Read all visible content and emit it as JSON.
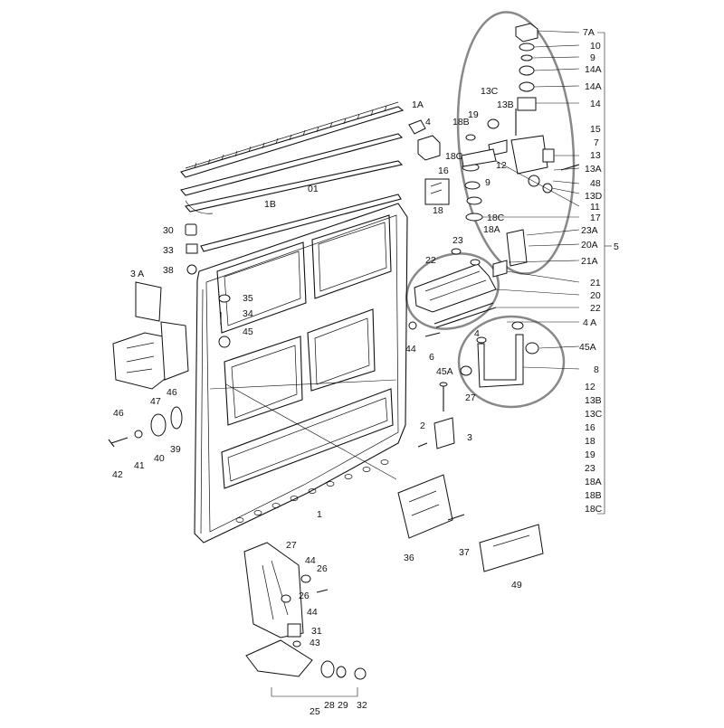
{
  "labels": [
    {
      "id": "7A",
      "text": "7A"
    },
    {
      "id": "10",
      "text": "10"
    },
    {
      "id": "9",
      "text": "9"
    },
    {
      "id": "14A_a",
      "text": "14A"
    },
    {
      "id": "14A_b",
      "text": "14A"
    },
    {
      "id": "14",
      "text": "14"
    },
    {
      "id": "13C",
      "text": "13C"
    },
    {
      "id": "13B",
      "text": "13B"
    },
    {
      "id": "19",
      "text": "19"
    },
    {
      "id": "15",
      "text": "15"
    },
    {
      "id": "18B",
      "text": "18B"
    },
    {
      "id": "7",
      "text": "7"
    },
    {
      "id": "18C_a",
      "text": "18C"
    },
    {
      "id": "12",
      "text": "12"
    },
    {
      "id": "13",
      "text": "13"
    },
    {
      "id": "13A",
      "text": "13A"
    },
    {
      "id": "16",
      "text": "16"
    },
    {
      "id": "48",
      "text": "48"
    },
    {
      "id": "9b",
      "text": "9"
    },
    {
      "id": "13D",
      "text": "13D"
    },
    {
      "id": "11",
      "text": "11"
    },
    {
      "id": "18C_b",
      "text": "18C"
    },
    {
      "id": "17",
      "text": "17"
    },
    {
      "id": "18A",
      "text": "18A"
    },
    {
      "id": "23A",
      "text": "23A"
    },
    {
      "id": "20A",
      "text": "20A"
    },
    {
      "id": "5",
      "text": "5"
    },
    {
      "id": "21A",
      "text": "21A"
    },
    {
      "id": "23",
      "text": "23"
    },
    {
      "id": "22b",
      "text": "22"
    },
    {
      "id": "21",
      "text": "21"
    },
    {
      "id": "20",
      "text": "20"
    },
    {
      "id": "22",
      "text": "22"
    },
    {
      "id": "4A",
      "text": "4 A"
    },
    {
      "id": "4b",
      "text": "4"
    },
    {
      "id": "45A_a",
      "text": "45A"
    },
    {
      "id": "44b",
      "text": "44"
    },
    {
      "id": "6",
      "text": "6"
    },
    {
      "id": "45A_b",
      "text": "45A"
    },
    {
      "id": "8",
      "text": "8"
    },
    {
      "id": "1A",
      "text": "1A"
    },
    {
      "id": "4",
      "text": "4"
    },
    {
      "id": "01",
      "text": "01"
    },
    {
      "id": "1B",
      "text": "1B"
    },
    {
      "id": "18",
      "text": "18"
    },
    {
      "id": "30",
      "text": "30"
    },
    {
      "id": "33",
      "text": "33"
    },
    {
      "id": "38",
      "text": "38"
    },
    {
      "id": "3A",
      "text": "3 A"
    },
    {
      "id": "35",
      "text": "35"
    },
    {
      "id": "34",
      "text": "34"
    },
    {
      "id": "45",
      "text": "45"
    },
    {
      "id": "47",
      "text": "47"
    },
    {
      "id": "46a",
      "text": "46"
    },
    {
      "id": "46b",
      "text": "46"
    },
    {
      "id": "27a",
      "text": "27"
    },
    {
      "id": "2",
      "text": "2"
    },
    {
      "id": "3",
      "text": "3"
    },
    {
      "id": "42",
      "text": "42"
    },
    {
      "id": "41",
      "text": "41"
    },
    {
      "id": "40",
      "text": "40"
    },
    {
      "id": "39",
      "text": "39"
    },
    {
      "id": "1",
      "text": "1"
    },
    {
      "id": "36",
      "text": "36"
    },
    {
      "id": "37",
      "text": "37"
    },
    {
      "id": "49",
      "text": "49"
    },
    {
      "id": "27b",
      "text": "27"
    },
    {
      "id": "44c",
      "text": "44"
    },
    {
      "id": "26a",
      "text": "26"
    },
    {
      "id": "26b",
      "text": "26"
    },
    {
      "id": "44d",
      "text": "44"
    },
    {
      "id": "31",
      "text": "31"
    },
    {
      "id": "43",
      "text": "43"
    },
    {
      "id": "28",
      "text": "28"
    },
    {
      "id": "29",
      "text": "29"
    },
    {
      "id": "32",
      "text": "32"
    },
    {
      "id": "25",
      "text": "25"
    }
  ],
  "right_list": [
    "7A",
    "10",
    "9",
    "14A",
    "14A",
    "14",
    "15",
    "7",
    "13",
    "13A",
    "48",
    "13D",
    "11",
    "17",
    "23A",
    "20A",
    "21A",
    "21",
    "20",
    "22",
    "4 A",
    "45A",
    "8",
    "12",
    "13B",
    "13C",
    "16",
    "18",
    "19",
    "23",
    "18A",
    "18B",
    "18C"
  ],
  "group_label": "5"
}
